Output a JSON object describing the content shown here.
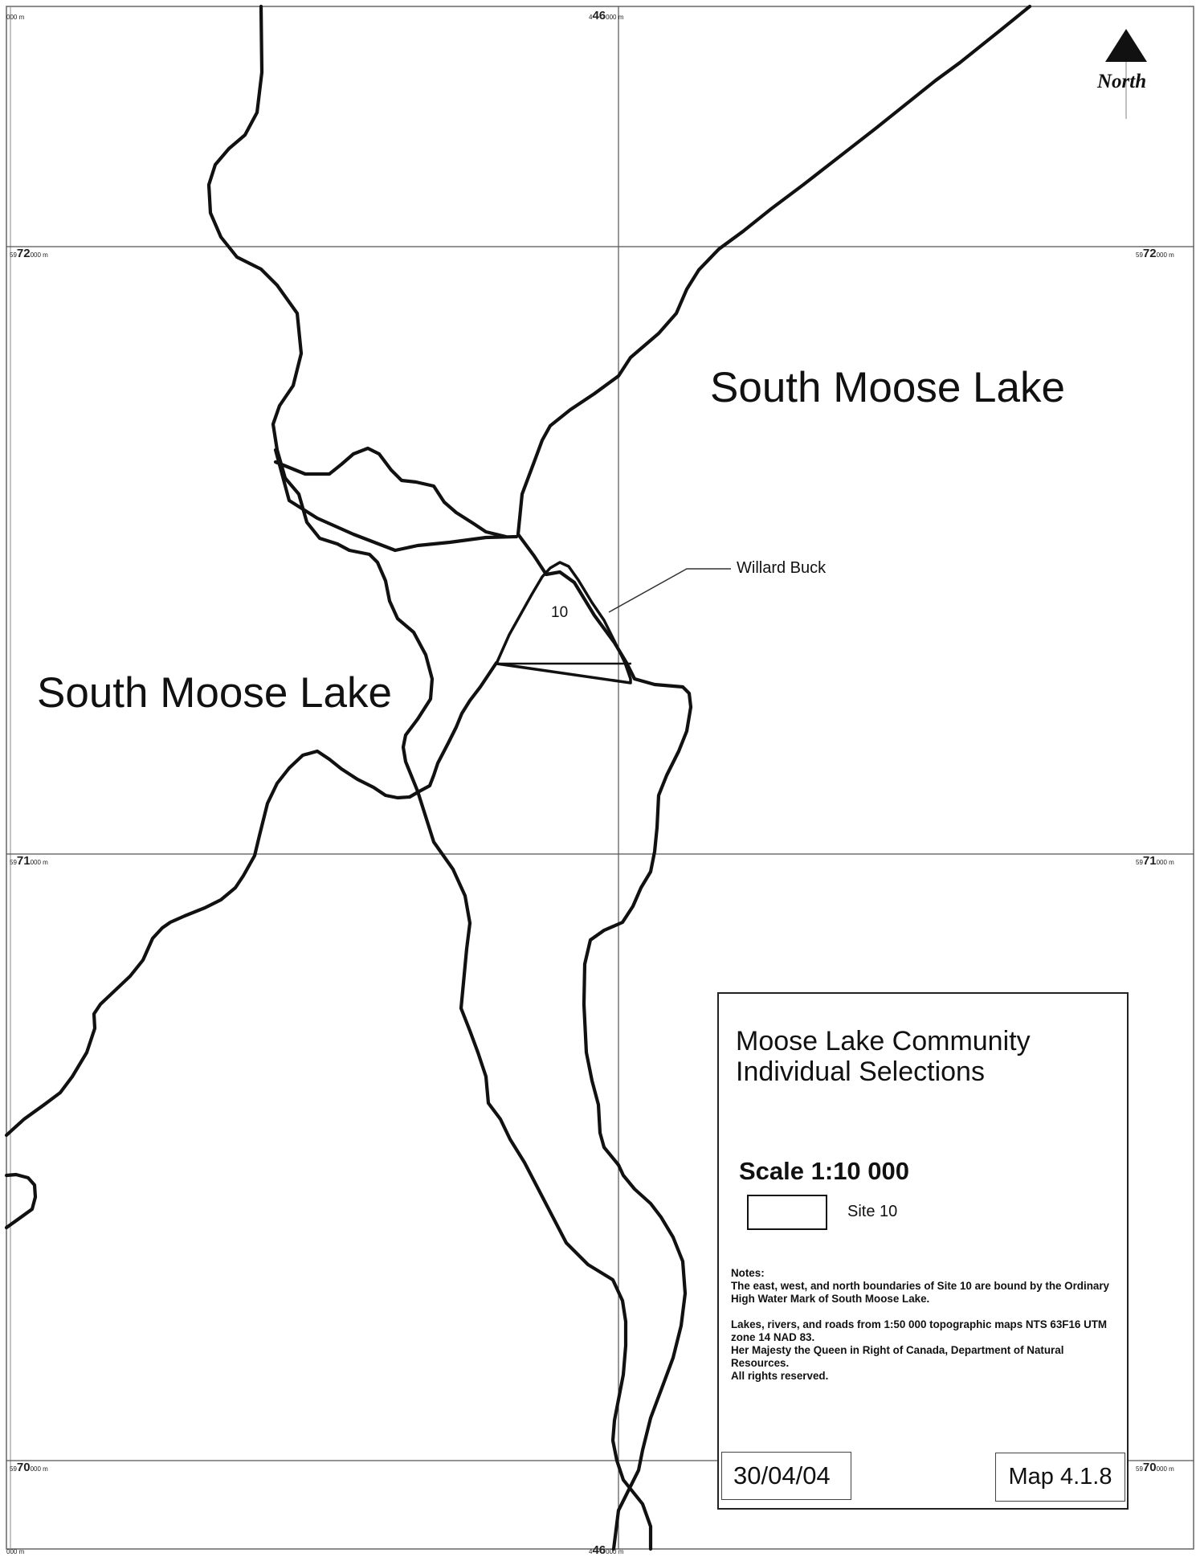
{
  "north": {
    "label": "North",
    "icon": "north-arrow-icon"
  },
  "lake_labels": [
    "South Moose Lake",
    "South Moose Lake"
  ],
  "site": {
    "number": "10",
    "owner": "Willard Buck"
  },
  "grid": {
    "easting_major": "46",
    "easting_minor_left": "000 m",
    "easting_minor_right": "000 m",
    "edge_minor_left": "000 m",
    "northings": [
      {
        "prefix": "59",
        "major": "72",
        "minor": "000 m"
      },
      {
        "prefix": "59",
        "major": "71",
        "minor": "000 m"
      },
      {
        "prefix": "59",
        "major": "70",
        "minor": "000 m"
      }
    ]
  },
  "legend": {
    "title": "Moose Lake Community Individual Selections",
    "scale": "Scale 1:10 000",
    "swatch_label": "Site 10",
    "notes": [
      "Notes:",
      "The east, west, and north boundaries of Site 10 are bound by the Ordinary High Water Mark of South Moose Lake.",
      "Lakes, rivers, and roads from 1:50 000 topographic maps NTS 63F16 UTM zone 14 NAD 83.",
      "Her Majesty the Queen in Right of Canada, Department of Natural Resources.",
      "All rights reserved."
    ],
    "date": "30/04/04",
    "map_number": "Map 4.1.8"
  }
}
